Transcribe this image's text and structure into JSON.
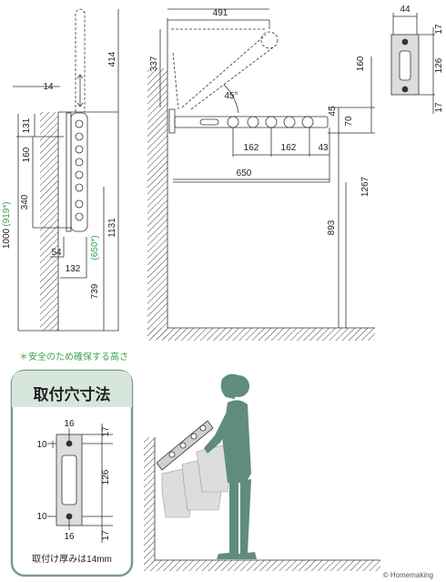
{
  "side_view": {
    "dims": [
      "414",
      "14",
      "131",
      "160",
      "340",
      "1000",
      "(919*)",
      "54",
      "132",
      "739",
      "(650*)",
      "1131"
    ]
  },
  "front_view": {
    "dims": [
      "491",
      "337",
      "45°",
      "162",
      "162",
      "43",
      "650",
      "45",
      "70",
      "160",
      "1267",
      "893"
    ]
  },
  "top_bracket": {
    "dims": [
      "44",
      "17",
      "126",
      "17"
    ]
  },
  "note": "＊安全のため確保する高さ",
  "mount_panel": {
    "title": "取付穴寸法",
    "dims": [
      "16",
      "17",
      "10",
      "126",
      "16",
      "10",
      "17"
    ],
    "caption": "取付け厚みは14mm"
  },
  "copyright": "© Homemaking",
  "colors": {
    "panel_border": "#7f9a88",
    "figure": "#5f8c7c",
    "note_green": "#3aa24a",
    "line": "#333333"
  }
}
